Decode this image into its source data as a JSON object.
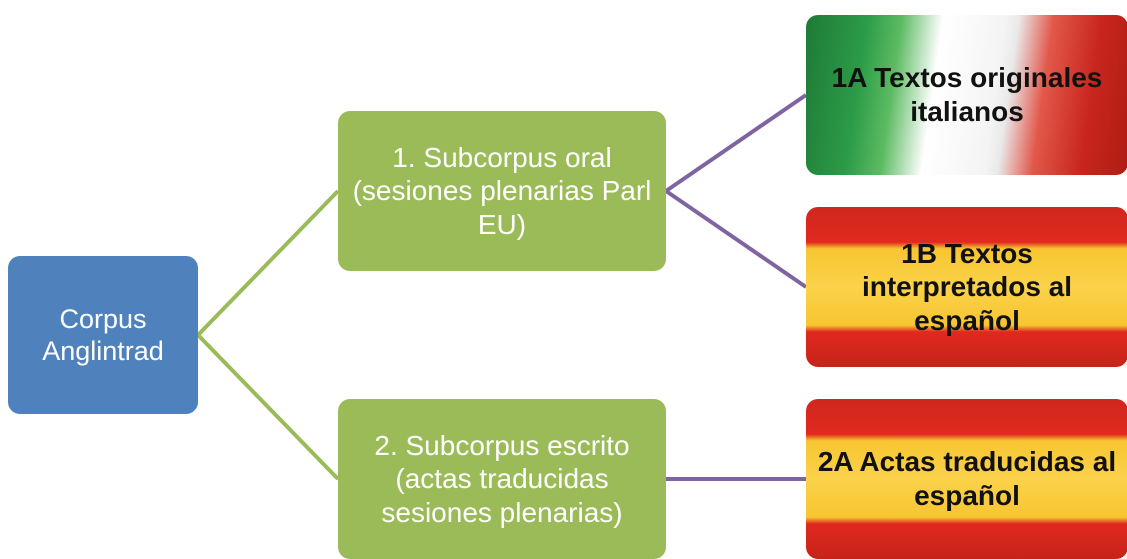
{
  "diagram": {
    "root": {
      "label": "Corpus Anglintrad"
    },
    "sub_oral": {
      "label": "1. Subcorpus oral (sesiones plenarias Parl EU)"
    },
    "sub_escrito": {
      "label": "2. Subcorpus escrito (actas traducidas sesiones plenarias)"
    },
    "leaf_1a": {
      "label": "1A Textos originales italianos"
    },
    "leaf_1b": {
      "label": "1B Textos interpretados al español"
    },
    "leaf_2a": {
      "label": "2A Actas traducidas al español"
    }
  },
  "colors": {
    "root_fill": "#4f81bd",
    "sub_fill": "#9bbb59",
    "connector_green": "#9bbb59",
    "connector_purple": "#8064a2"
  }
}
